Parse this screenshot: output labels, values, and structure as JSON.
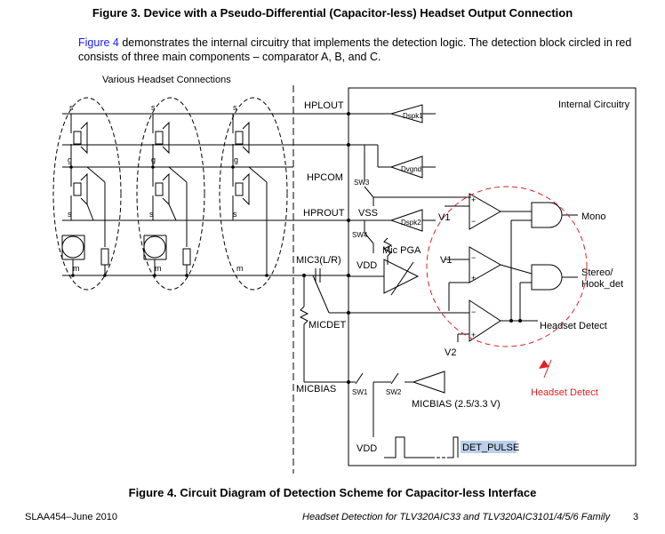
{
  "figure3": {
    "title": "Figure 3. Device with a Pseudo-Differential (Capacitor-less) Headset Output Connection"
  },
  "intro": {
    "link_text": "Figure 4",
    "text": " demonstrates the internal circuitry that implements the detection logic. The detection block circled in red consists of three main components – comparator A, B, and C."
  },
  "diagram": {
    "various_label": "Various Headset Connections",
    "internal_label": "Internal Circuitry",
    "pins": {
      "hplout": "HPLOUT",
      "hpcom": "HPCOM",
      "hprout": "HPROUT",
      "mic3": "MIC3(L/R)",
      "micdet": "MICDET",
      "micbias": "MICBIAS"
    },
    "switches": {
      "sw1": "SW1",
      "sw2": "SW2",
      "sw3": "SW3",
      "sw4": "SW4"
    },
    "amps": {
      "dspk1": "Dspk1",
      "dvgnd": "Dvgnd",
      "dspk2": "Dspk2"
    },
    "labels": {
      "vss": "VSS",
      "vdd1": "VDD",
      "vdd2": "VDD",
      "mic_pga": "Mic PGA",
      "v1a": "V1",
      "v1b": "V1",
      "v2": "V2",
      "plus": "+",
      "minus": "−",
      "mono": "Mono",
      "stereo": "Stereo/",
      "hook": "Hook_det",
      "headset_detect_out": "Headset Detect",
      "headset_detect_red": "Headset Detect",
      "micbias_volt": "MICBIAS (2.5/3.3 V)",
      "det_pulse": "DET_PULSE"
    },
    "headsets": [
      {
        "s1": "s",
        "g": "g",
        "s2": "s",
        "m": "m"
      },
      {
        "s1": "s",
        "g": "g",
        "s2": "s",
        "m": "m"
      },
      {
        "s1": "s",
        "g": "g",
        "s2": "s",
        "m": "m"
      }
    ],
    "colors": {
      "red": "#dd2222",
      "link": "#1a1aff",
      "highlight": "#bcd0ea"
    }
  },
  "figure4": {
    "title": "Figure 4. Circuit Diagram of Detection Scheme for Capacitor-less Interface"
  },
  "footer": {
    "left": "SLAA454–June 2010",
    "center": "Headset Detection for TLV320AIC33 and TLV320AIC3101/4/5/6 Family",
    "page": "3"
  }
}
